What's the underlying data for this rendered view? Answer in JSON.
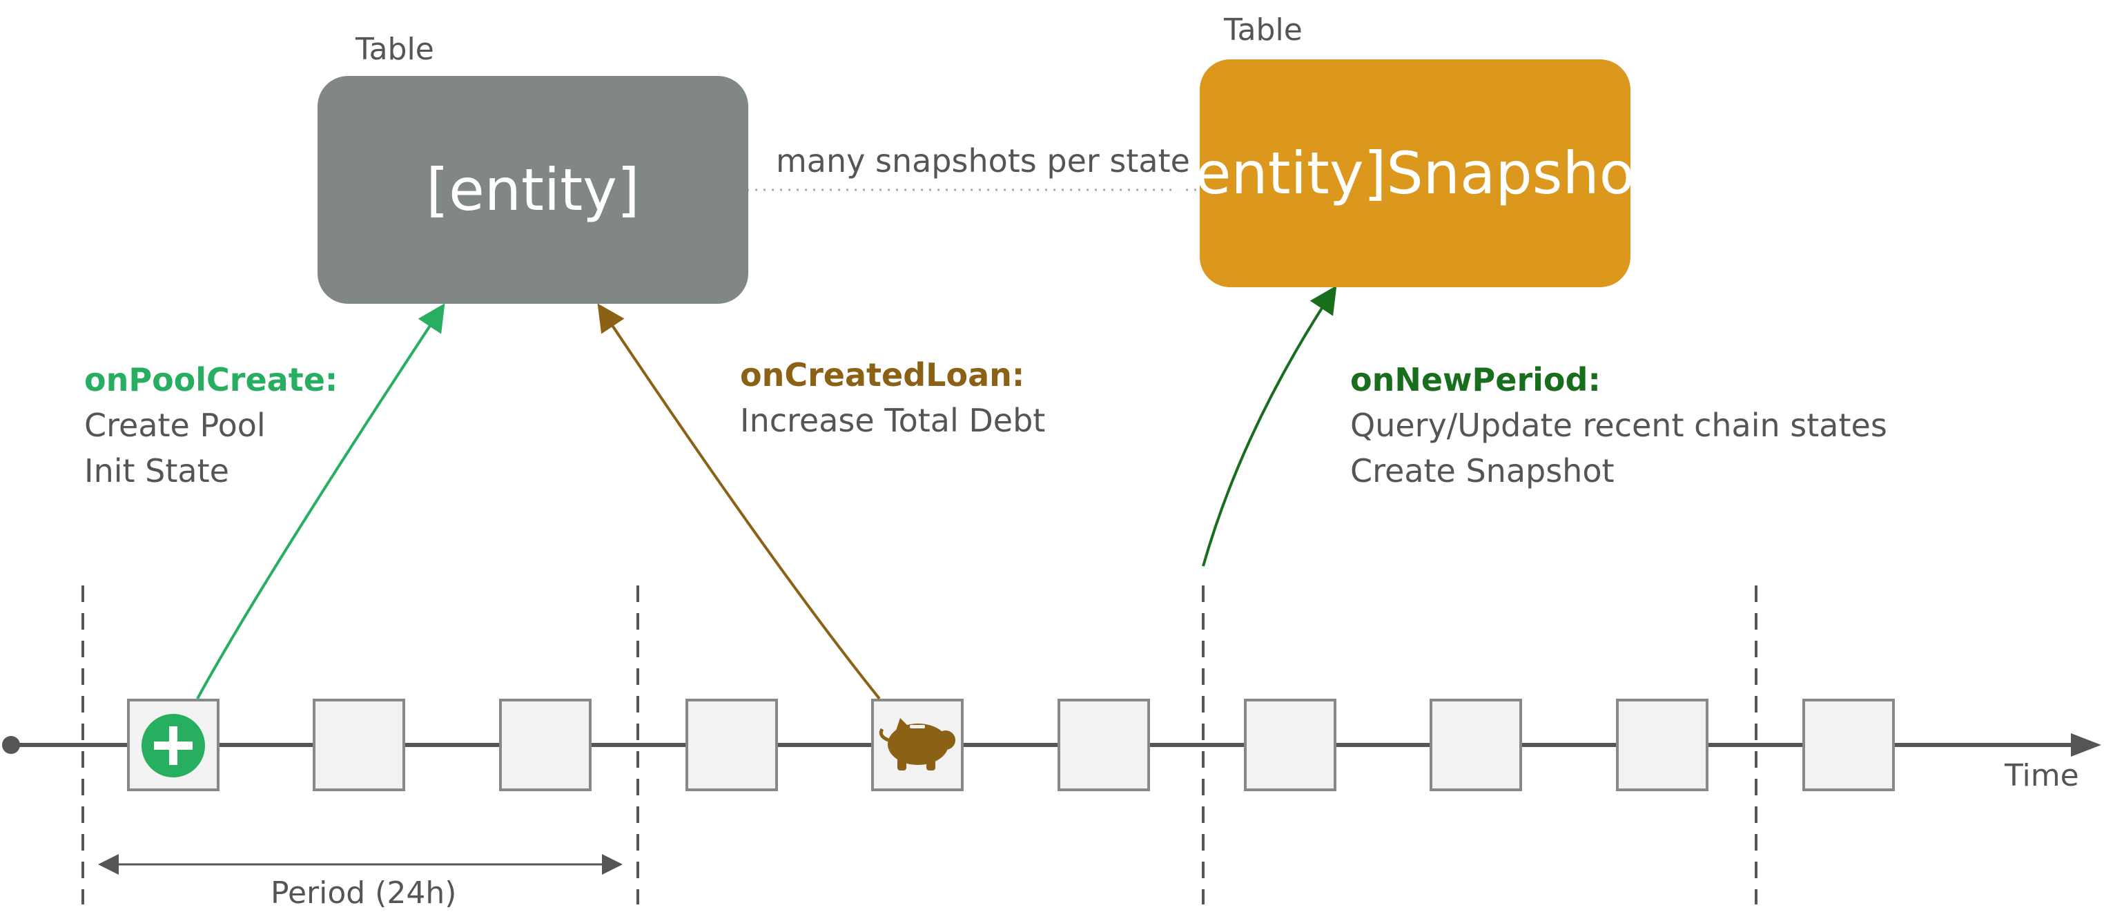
{
  "tables": {
    "entity": {
      "tag": "Table",
      "name": "[entity]",
      "color": "#808784"
    },
    "snapshot": {
      "tag": "Table",
      "name": "[entity]Snapshot",
      "color": "#db981c"
    }
  },
  "relation_label": "many snapshots per state",
  "events": {
    "pool_create": {
      "title": "onPoolCreate:",
      "lines": [
        "Create Pool",
        "Init State"
      ],
      "color": "#27ae60",
      "icon": "plus-circle-icon"
    },
    "created_loan": {
      "title": "onCreatedLoan:",
      "lines": [
        "Increase Total Debt"
      ],
      "color": "#8b6116",
      "icon": "piggy-bank-icon"
    },
    "new_period": {
      "title": "onNewPeriod:",
      "lines": [
        "Query/Update recent chain states",
        "Create Snapshot"
      ],
      "color": "#196e1e"
    }
  },
  "timeline": {
    "axis_label": "Time",
    "period_label": "Period (24h)",
    "block_count": 10
  }
}
